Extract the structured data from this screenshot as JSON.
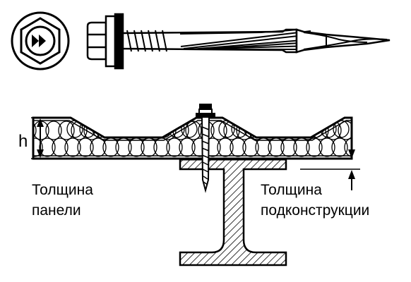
{
  "labels": {
    "height": "h",
    "panel_thickness": [
      "Толщина",
      "панели"
    ],
    "substructure_thickness": [
      "Толщина",
      "подконструкции"
    ]
  },
  "colors": {
    "ink": "#000000",
    "background": "#ffffff"
  },
  "icons": {
    "screw_head_top": "hex-head-drive-icon"
  }
}
